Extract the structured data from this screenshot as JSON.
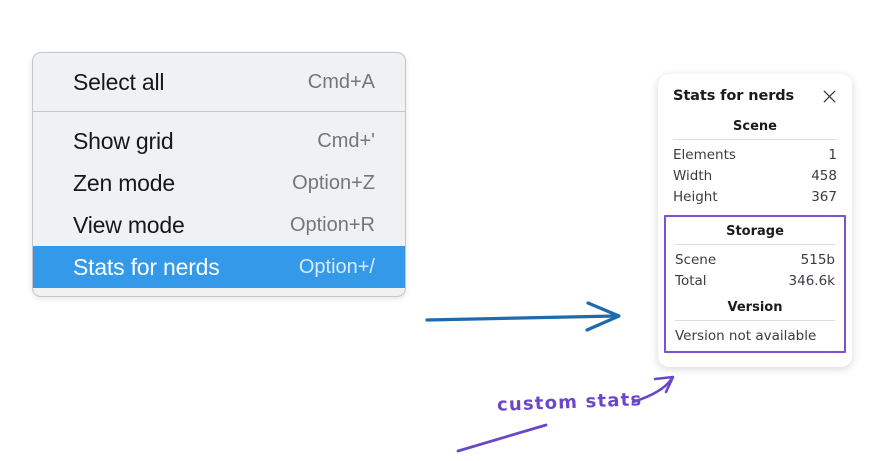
{
  "context_menu": {
    "groups": [
      {
        "items": [
          {
            "label": "Select all",
            "shortcut": "Cmd+A",
            "selected": false
          }
        ]
      },
      {
        "items": [
          {
            "label": "Show grid",
            "shortcut": "Cmd+'",
            "selected": false
          },
          {
            "label": "Zen mode",
            "shortcut": "Option+Z",
            "selected": false
          },
          {
            "label": "View mode",
            "shortcut": "Option+R",
            "selected": false
          },
          {
            "label": "Stats for nerds",
            "shortcut": "Option+/",
            "selected": true
          }
        ]
      }
    ],
    "highlight_color": "#3399e8"
  },
  "stats_panel": {
    "title": "Stats for nerds",
    "close_icon": "close-icon",
    "scene": {
      "heading": "Scene",
      "rows": [
        {
          "key": "Elements",
          "value": "1"
        },
        {
          "key": "Width",
          "value": "458"
        },
        {
          "key": "Height",
          "value": "367"
        }
      ]
    },
    "storage": {
      "heading": "Storage",
      "rows": [
        {
          "key": "Scene",
          "value": "515b"
        },
        {
          "key": "Total",
          "value": "346.6k"
        }
      ]
    },
    "version": {
      "heading": "Version",
      "text": "Version not available"
    },
    "highlight_border_color": "#7b52d0"
  },
  "annotations": {
    "blue_arrow_color": "#1f6aab",
    "purple_ink_color": "#6c46c9",
    "label": "custom stats"
  }
}
